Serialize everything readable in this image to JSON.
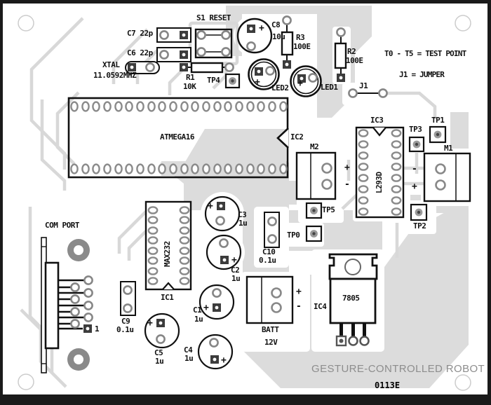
{
  "board": {
    "title": "GESTURE-CONTROLLED ROBOT",
    "code": "0113E"
  },
  "notes": {
    "test_point": "T0 - T5 = TEST POINT",
    "jumper": "J1 = JUMPER"
  },
  "symbols": {
    "plus": "+",
    "minus": "-"
  },
  "components": {
    "c7": {
      "label": "C7 22p"
    },
    "c6": {
      "label": "C6 22p"
    },
    "s1": {
      "label": "S1 RESET"
    },
    "xtal": {
      "ref": "XTAL",
      "value": "11.0592MHZ"
    },
    "r1": {
      "ref": "R1",
      "value": "10K"
    },
    "r2": {
      "ref": "R2",
      "value": "100E"
    },
    "r3": {
      "ref": "R3",
      "value": "100E"
    },
    "tp4": {
      "label": "TP4"
    },
    "c8": {
      "ref": "C8",
      "value": "10u"
    },
    "led1": {
      "label": "LED1"
    },
    "led2": {
      "label": "LED2"
    },
    "j1": {
      "label": "J1"
    },
    "ic2": {
      "ref": "IC2",
      "part": "ATMEGA16"
    },
    "ic3": {
      "ref": "IC3",
      "part": "L293D"
    },
    "ic1": {
      "ref": "IC1",
      "part": "MAX232"
    },
    "ic4": {
      "ref": "IC4",
      "part": "7805"
    },
    "tp1": {
      "label": "TP1"
    },
    "tp2": {
      "label": "TP2"
    },
    "tp3": {
      "label": "TP3"
    },
    "tp5": {
      "label": "TP5"
    },
    "tp0": {
      "label": "TP0"
    },
    "m1": {
      "label": "M1"
    },
    "m2": {
      "label": "M2"
    },
    "c1": {
      "ref": "C1",
      "value": "1u"
    },
    "c2": {
      "ref": "C2",
      "value": "1u"
    },
    "c3": {
      "ref": "C3",
      "value": "1u"
    },
    "c4": {
      "ref": "C4",
      "value": "1u"
    },
    "c5": {
      "ref": "C5",
      "value": "1u"
    },
    "c9": {
      "ref": "C9",
      "value": "0.1u"
    },
    "c10": {
      "ref": "C10",
      "value": "0.1u"
    },
    "com_port": {
      "label": "COM PORT",
      "pin1": "1"
    },
    "batt": {
      "ref": "BATT",
      "value": "12V"
    }
  }
}
